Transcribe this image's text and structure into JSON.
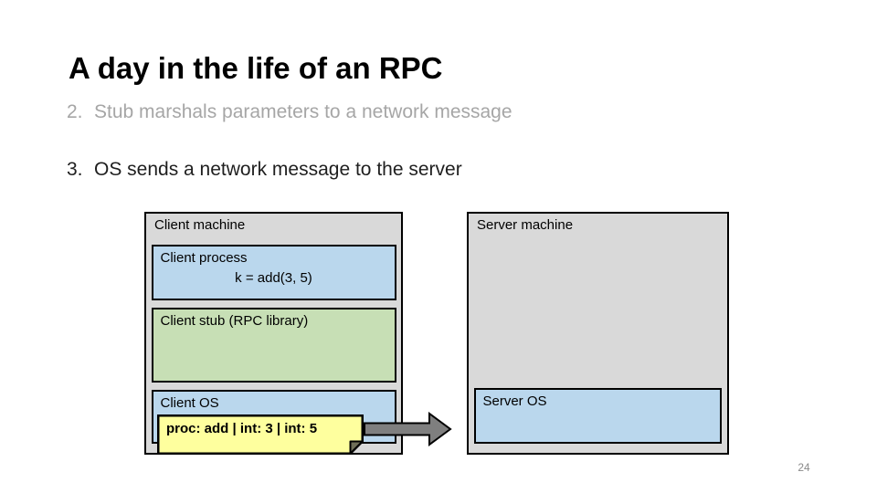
{
  "slide": {
    "title": "A day in the life of an RPC",
    "steps": [
      {
        "number": "2.",
        "text": "Stub marshals parameters to a network message"
      },
      {
        "number": "3.",
        "text": "OS sends a network message to the server"
      }
    ],
    "page_number": "24"
  },
  "diagram": {
    "client": {
      "title": "Client machine",
      "process_label": "Client process",
      "process_code": "k = add(3, 5)",
      "stub_label": "Client stub (RPC library)",
      "os_label": "Client OS",
      "message_note": "proc: add | int: 3 | int: 5"
    },
    "server": {
      "title": "Server machine",
      "os_label": "Server OS"
    }
  },
  "colors": {
    "machine_fill": "#d9d9d9",
    "process_fill": "#bad7ed",
    "stub_fill": "#c7dfb5",
    "os_fill": "#bad7ed",
    "note_fill": "#feff9e",
    "note_fold": "#6e6e58",
    "arrow_fill": "#7f7f7f",
    "dimmed_text": "#a6a6a6"
  }
}
